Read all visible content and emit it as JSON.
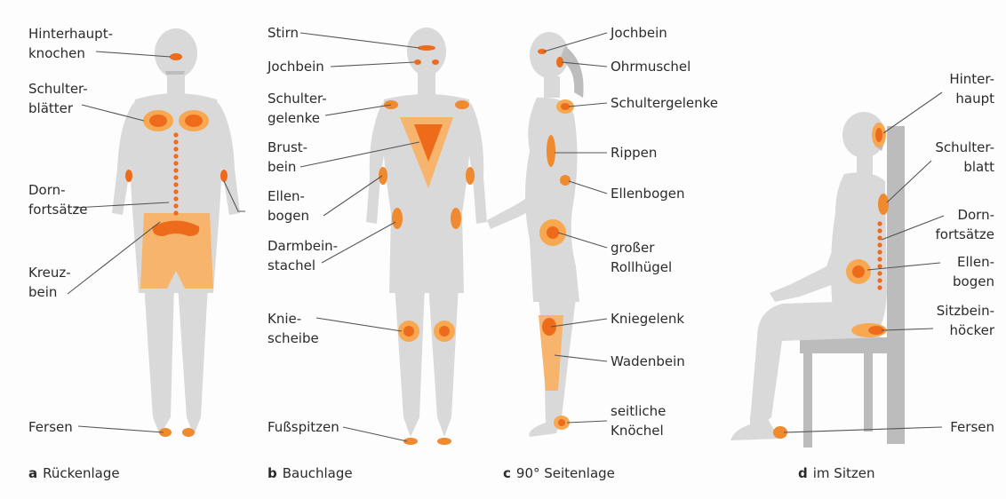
{
  "colors": {
    "body": "#d9d9d9",
    "zone": "#f7a851",
    "zone_core": "#ee6b1c",
    "leader": "#555555",
    "chair": "#bcbcbc"
  },
  "panels": [
    {
      "letter": "a",
      "caption": "Rückenlage",
      "labels": [
        "Hinterhaupt-\nknochen",
        "Schulter-\nblätter",
        "Dorn-\nfortsätze",
        "Kreuz-\nbein",
        "Fersen"
      ]
    },
    {
      "letter": "b",
      "caption": "Bauchlage",
      "labels": [
        "Stirn",
        "Jochbein",
        "Schulter-\ngelenke",
        "Brust-\nbein",
        "Ellen-\nbogen",
        "Darmbein-\nstachel",
        "Knie-\nscheibe",
        "Fußspitzen"
      ]
    },
    {
      "letter": "c",
      "caption": "90° Seitenlage",
      "labels": [
        "Jochbein",
        "Ohrmuschel",
        "Schultergelenke",
        "Rippen",
        "Ellenbogen",
        "großer\nRollhügel",
        "Kniegelenk",
        "Wadenbein",
        "seitliche\nKnöchel"
      ]
    },
    {
      "letter": "d",
      "caption": "im Sitzen",
      "labels": [
        "Hinter-\nhaupt",
        "Schulter-\nblatt",
        "Dorn-\nfortsätze",
        "Ellen-\nbogen",
        "Sitzbein-\nhöcker",
        "Fersen"
      ]
    }
  ]
}
